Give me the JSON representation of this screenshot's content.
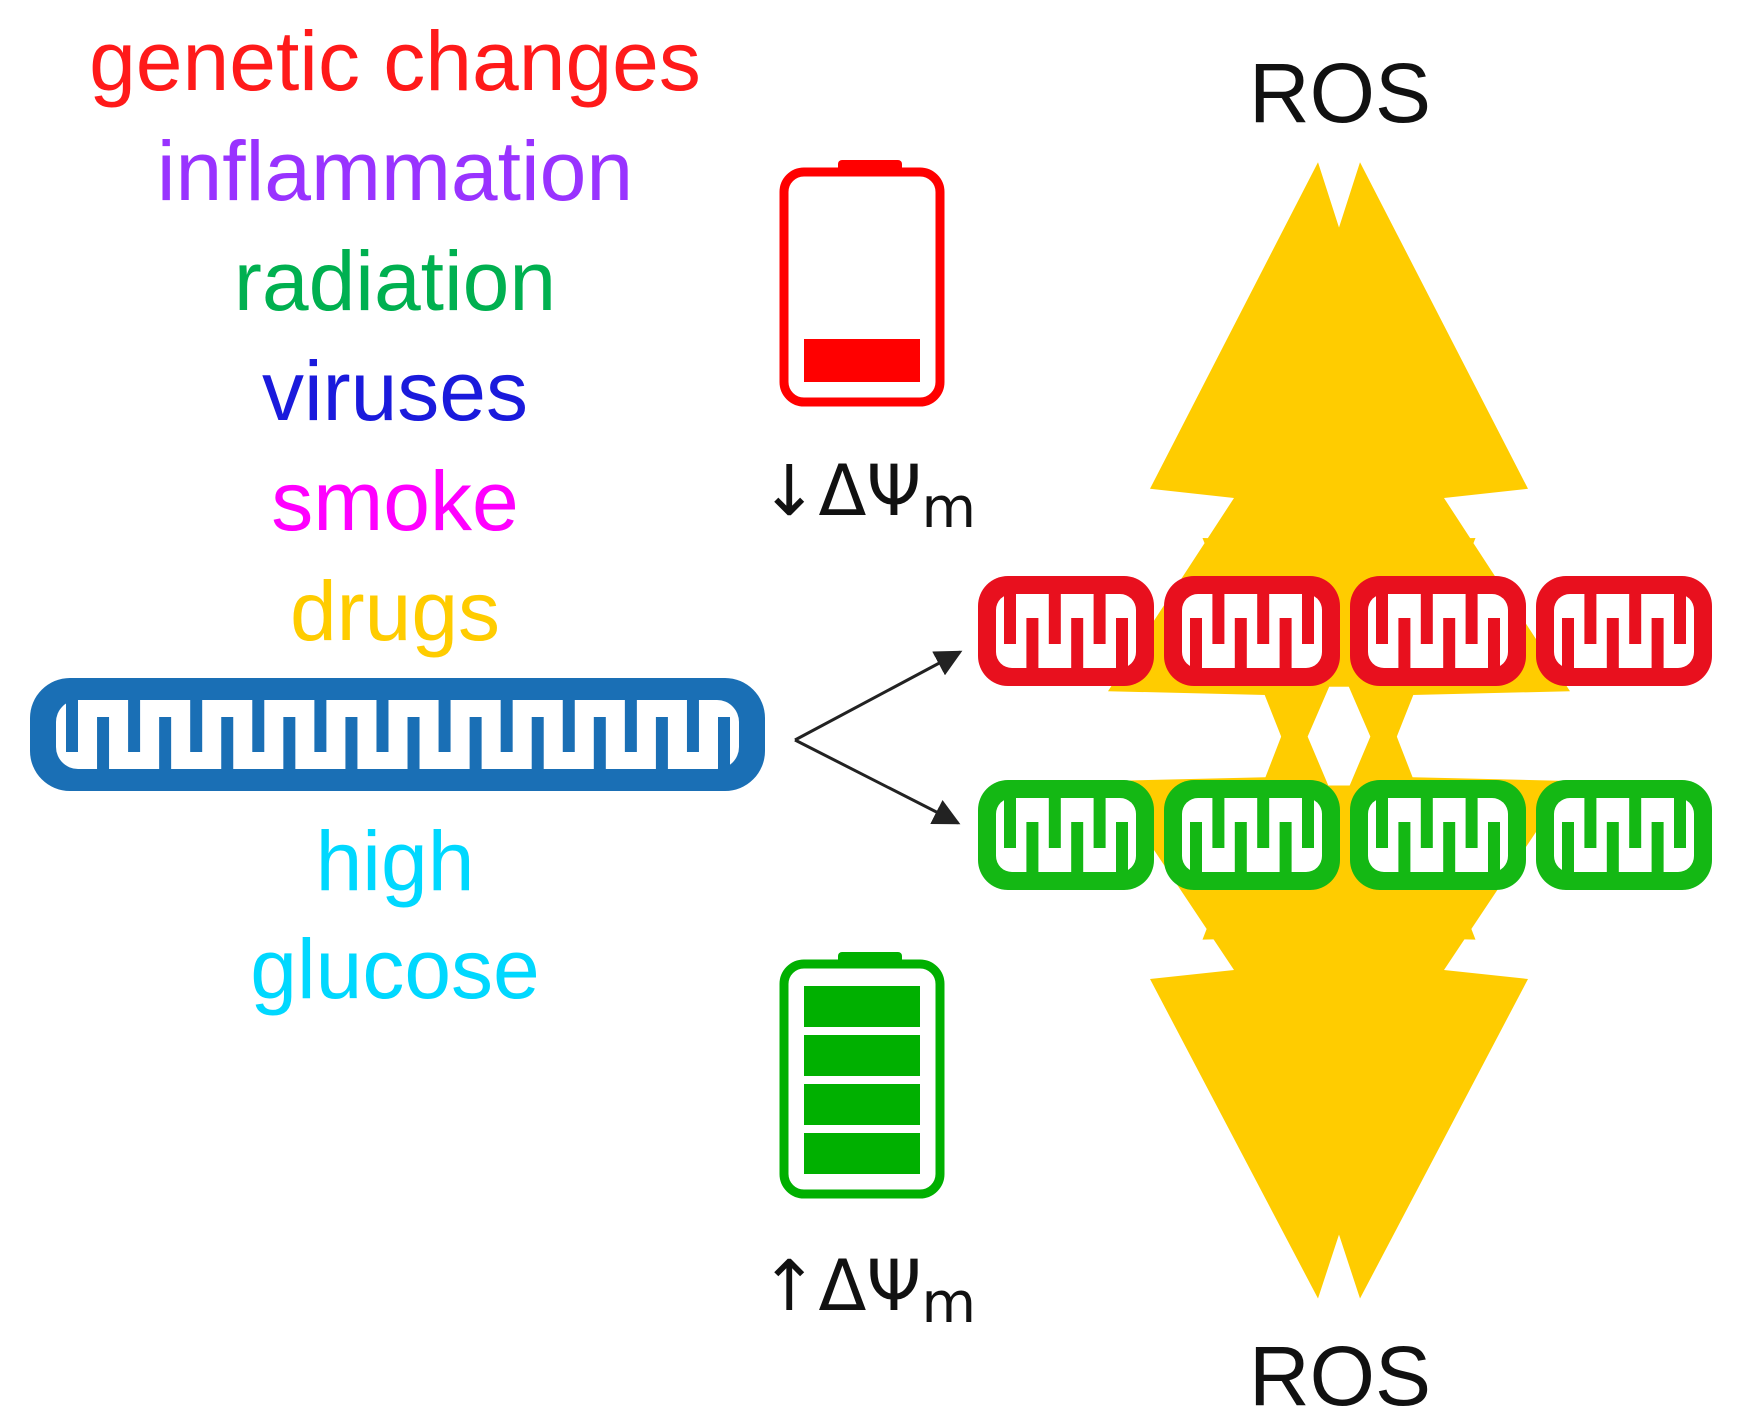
{
  "factors": [
    {
      "label": "genetic changes",
      "color": "#ff1a1a"
    },
    {
      "label": "inflammation",
      "color": "#9933ff"
    },
    {
      "label": "radiation",
      "color": "#00b050"
    },
    {
      "label": "viruses",
      "color": "#1a1adc"
    },
    {
      "label": "smoke",
      "color": "#ff00ff"
    },
    {
      "label": "drugs",
      "color": "#ffcc00"
    },
    {
      "label": "high",
      "color": "#00d8ff"
    },
    {
      "label": "glucose",
      "color": "#00d8ff"
    }
  ],
  "ros_top": "ROS",
  "ros_bottom": "ROS",
  "low_potential": {
    "arrow": "↓",
    "symbol": "ΔΨ",
    "subscript": "m"
  },
  "high_potential": {
    "arrow": "↑",
    "symbol": "ΔΨ",
    "subscript": "m"
  },
  "battery_low": {
    "level": 0.25,
    "color": "#ff0000"
  },
  "battery_high": {
    "level": 1.0,
    "segments": 4,
    "color": "#00b000"
  },
  "colors": {
    "healthy_mito": "#1a6fb5",
    "damaged_mito": "#e8101e",
    "functional_mito": "#14b814",
    "lightning": "#ffcc00",
    "arrow": "#222222"
  }
}
